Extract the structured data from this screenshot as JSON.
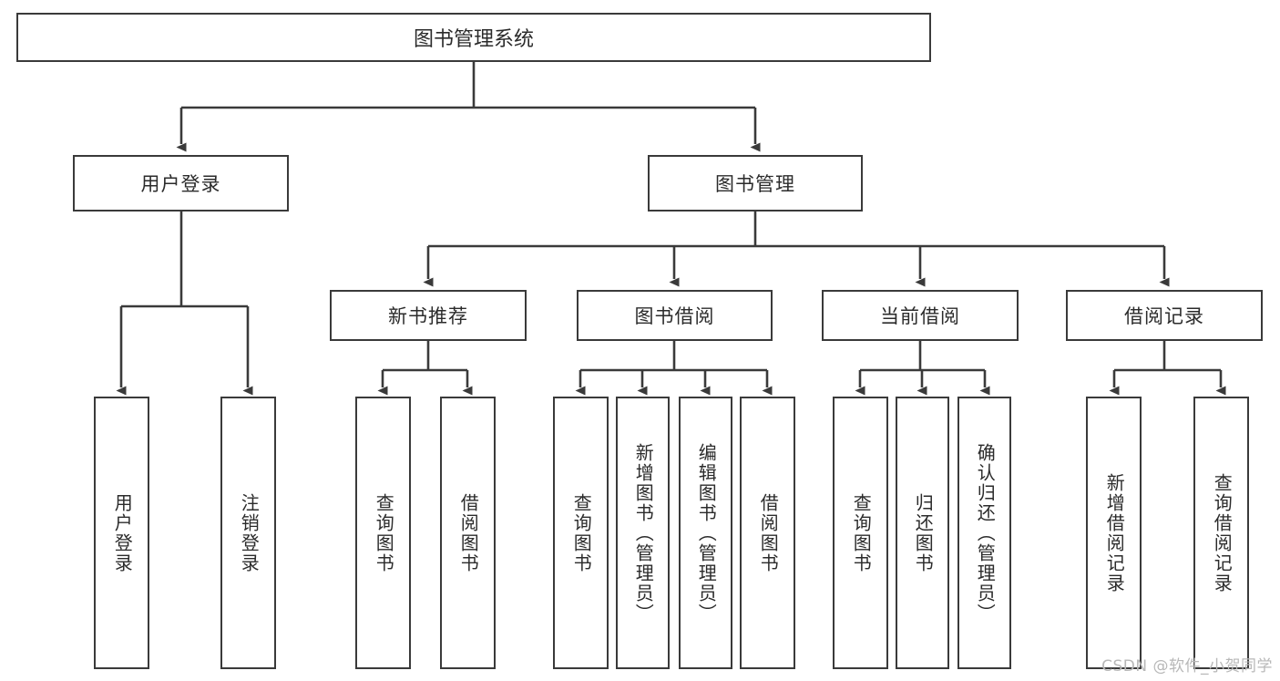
{
  "diagram": {
    "title": "图书管理系统",
    "type": "tree-hierarchy",
    "stroke_color": "#3a3a3a",
    "text_color": "#2b2b2b",
    "background_color": "#ffffff",
    "root": {
      "id": "root",
      "label": "图书管理系统"
    },
    "level2": [
      {
        "id": "user-login",
        "label": "用户登录"
      },
      {
        "id": "book-manage",
        "label": "图书管理"
      }
    ],
    "level3": [
      {
        "id": "new-book-rec",
        "label": "新书推荐",
        "parent": "book-manage"
      },
      {
        "id": "book-borrow",
        "label": "图书借阅",
        "parent": "book-manage"
      },
      {
        "id": "current-borrow",
        "label": "当前借阅",
        "parent": "book-manage"
      },
      {
        "id": "borrow-record",
        "label": "借阅记录",
        "parent": "book-manage"
      }
    ],
    "leaves": [
      {
        "id": "leaf-user-login",
        "label": "用户登录",
        "parent": "user-login"
      },
      {
        "id": "leaf-logout",
        "label": "注销登录",
        "parent": "user-login"
      },
      {
        "id": "leaf-query-book-1",
        "label": "查询图书",
        "parent": "new-book-rec"
      },
      {
        "id": "leaf-borrow-book-1",
        "label": "借阅图书",
        "parent": "new-book-rec"
      },
      {
        "id": "leaf-query-book-2",
        "label": "查询图书",
        "parent": "book-borrow"
      },
      {
        "id": "leaf-add-book",
        "label": "新增图书（管理员）",
        "parent": "book-borrow"
      },
      {
        "id": "leaf-edit-book",
        "label": "编辑图书（管理员）",
        "parent": "book-borrow"
      },
      {
        "id": "leaf-borrow-book-2",
        "label": "借阅图书",
        "parent": "book-borrow"
      },
      {
        "id": "leaf-query-book-3",
        "label": "查询图书",
        "parent": "current-borrow"
      },
      {
        "id": "leaf-return-book",
        "label": "归还图书",
        "parent": "current-borrow"
      },
      {
        "id": "leaf-confirm-return",
        "label": "确认归还（管理员）",
        "parent": "current-borrow"
      },
      {
        "id": "leaf-add-record",
        "label": "新增借阅记录",
        "parent": "borrow-record"
      },
      {
        "id": "leaf-query-record",
        "label": "查询借阅记录",
        "parent": "borrow-record"
      }
    ],
    "watermark": "CSDN @软件_小贺同学"
  }
}
